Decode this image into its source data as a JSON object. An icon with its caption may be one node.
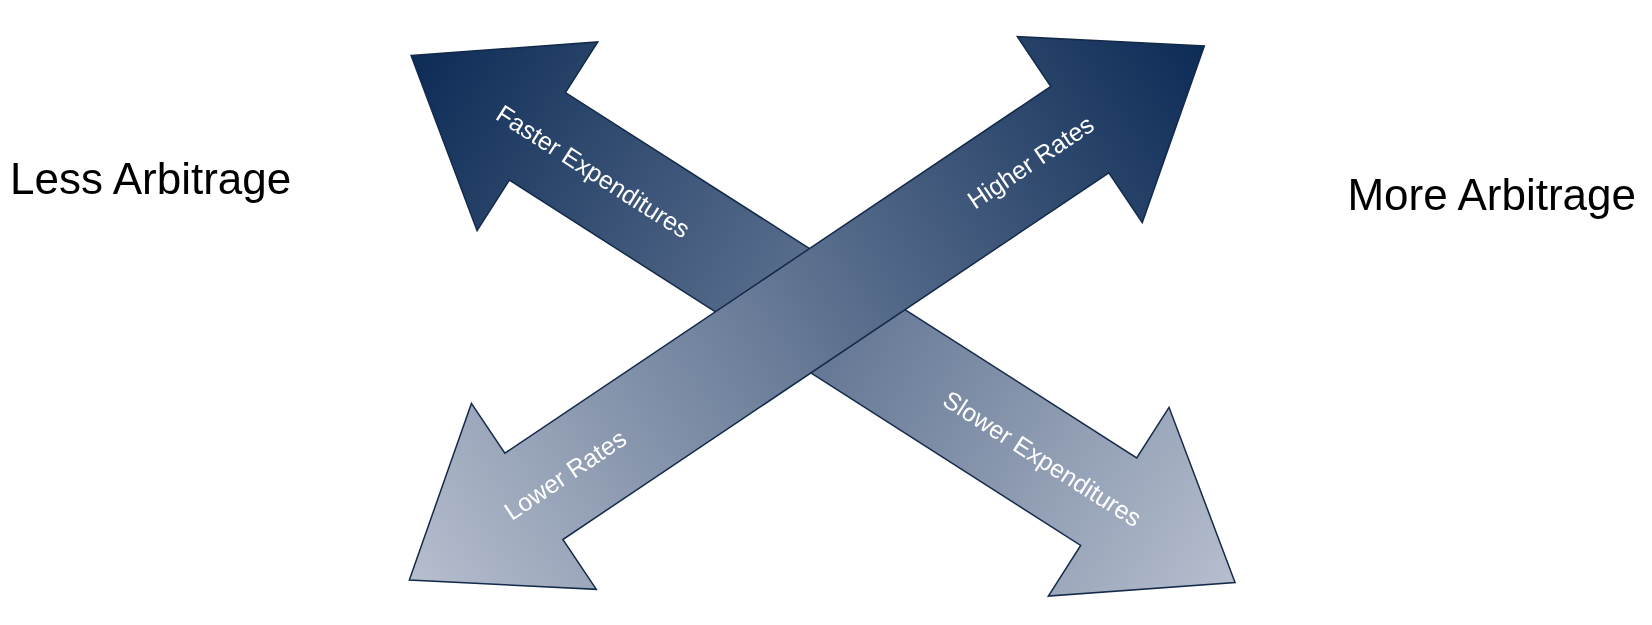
{
  "diagram": {
    "nodes": [
      {
        "text": [
          "Faster Expenditures",
          "Slower Expenditures"
        ]
      },
      {
        "text": [
          "Lower Rates",
          "Higher Rates"
        ]
      }
    ],
    "labels": [
      "Less Arbitrage",
      "More Arbitrage"
    ]
  }
}
